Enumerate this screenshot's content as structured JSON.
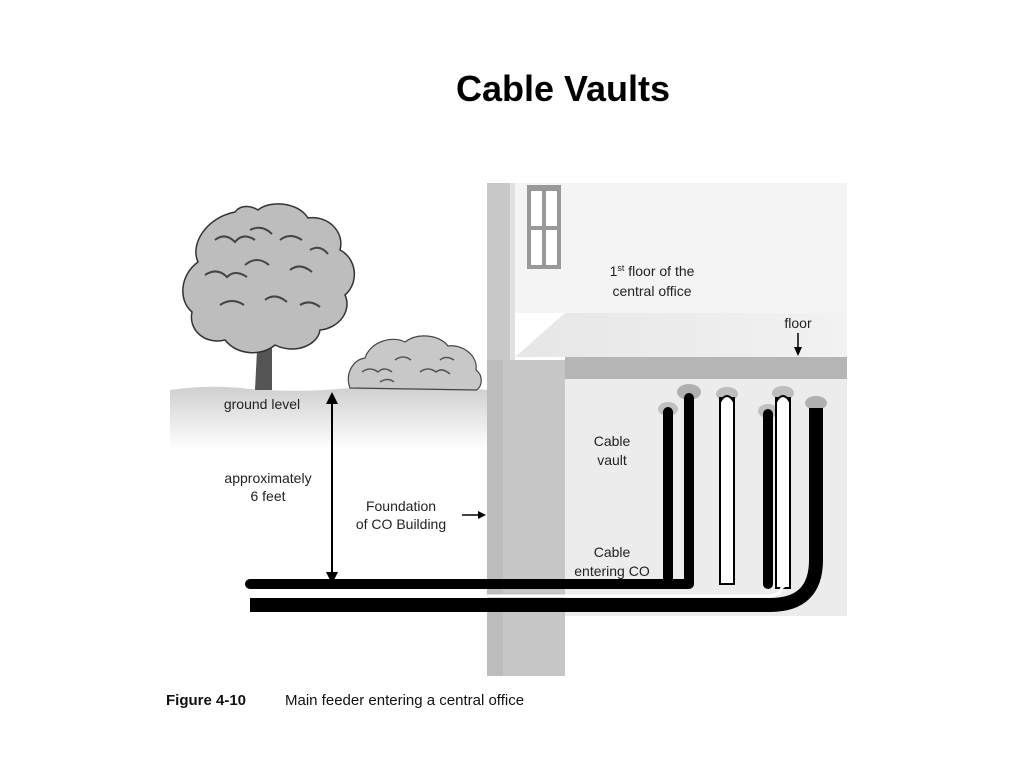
{
  "slide": {
    "title": "Cable Vaults"
  },
  "diagram": {
    "labels": {
      "first_floor_line1_num": "1",
      "first_floor_line1_sup": "st",
      "first_floor_line1_rest": " floor of the",
      "first_floor_line2": "central office",
      "floor": "floor",
      "ground_level": "ground level",
      "depth_line1": "approximately",
      "depth_line2": "6 feet",
      "foundation_line1": "Foundation",
      "foundation_line2": "of CO Building",
      "vault_line1": "Cable",
      "vault_line2": "vault",
      "entering_line1": "Cable",
      "entering_line2": "entering CO"
    },
    "caption": {
      "figure_number": "Figure 4-10",
      "text": "Main feeder entering a central office"
    }
  }
}
